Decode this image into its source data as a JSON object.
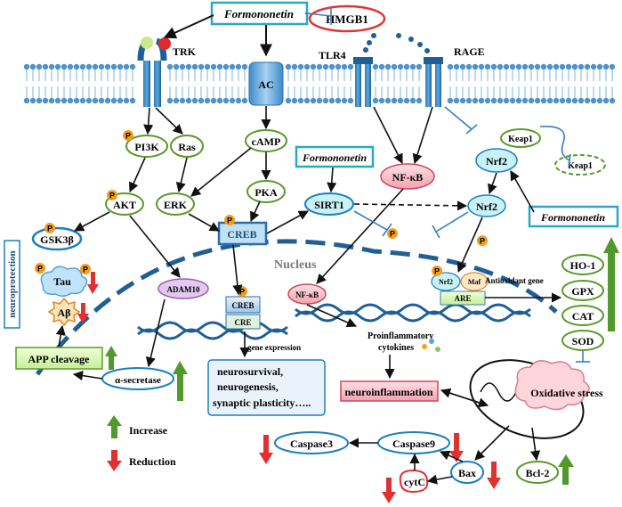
{
  "labels": {
    "formononetin": "Formononetin",
    "hmgb1": "HMGB1",
    "trk": "TRK",
    "tlr4": "TLR4",
    "rage": "RAGE",
    "ac": "AC",
    "pi3k": "PI3K",
    "ras": "Ras",
    "camp": "cAMP",
    "keap1": "Keap1",
    "nrf2": "Nrf2",
    "nfkb": "NF-κB",
    "akt": "AKT",
    "erk": "ERK",
    "pka": "PKA",
    "sirt1": "SIRT1",
    "creb": "CREB",
    "gsk3b": "GSK3β",
    "tau": "Tau",
    "ab": "Aβ",
    "nucleus": "Nucleus",
    "neuroprotection": "neuroprotection",
    "adam10": "ADAM10",
    "cre": "CRE",
    "maf": "Maf",
    "are": "ARE",
    "antioxidant_gene": "Antioxidant gene",
    "ho1": "HO-1",
    "gpx": "GPX",
    "cat": "CAT",
    "sod": "SOD",
    "app_cleavage": "APP cleavage",
    "alpha_secretase": "α-secretase",
    "gene_expression": "gene expression",
    "proinflammatory_1": "Proinflammatory",
    "proinflammatory_2": "cytokines",
    "neurosurvival_1": "neurosurvival,",
    "neurosurvival_2": "neurogenesis,",
    "neurosurvival_3": "synaptic plasticity…..",
    "neuroinflammation": "neuroinflammation",
    "oxidative_stress": "Oxidative stress",
    "increase": "Increase",
    "reduction": "Reduction",
    "caspase3": "Caspase3",
    "caspase9": "Caspase9",
    "bax": "Bax",
    "bcl2": "Bcl-2",
    "cytc": "cytC",
    "p": "P"
  },
  "colors": {
    "membrane": "#4f93c9",
    "receptor": "#1f5f95",
    "node_border": "#5a9a2a",
    "node_fill": "#ffffff",
    "blue_box": "#1c7fc0",
    "cyan_fill": "#c8f2f8",
    "up_arrow": "#4f9a2a",
    "down_arrow": "#e03030",
    "phospho": "#f39c1f",
    "inhibit": "#3a7ebf"
  }
}
